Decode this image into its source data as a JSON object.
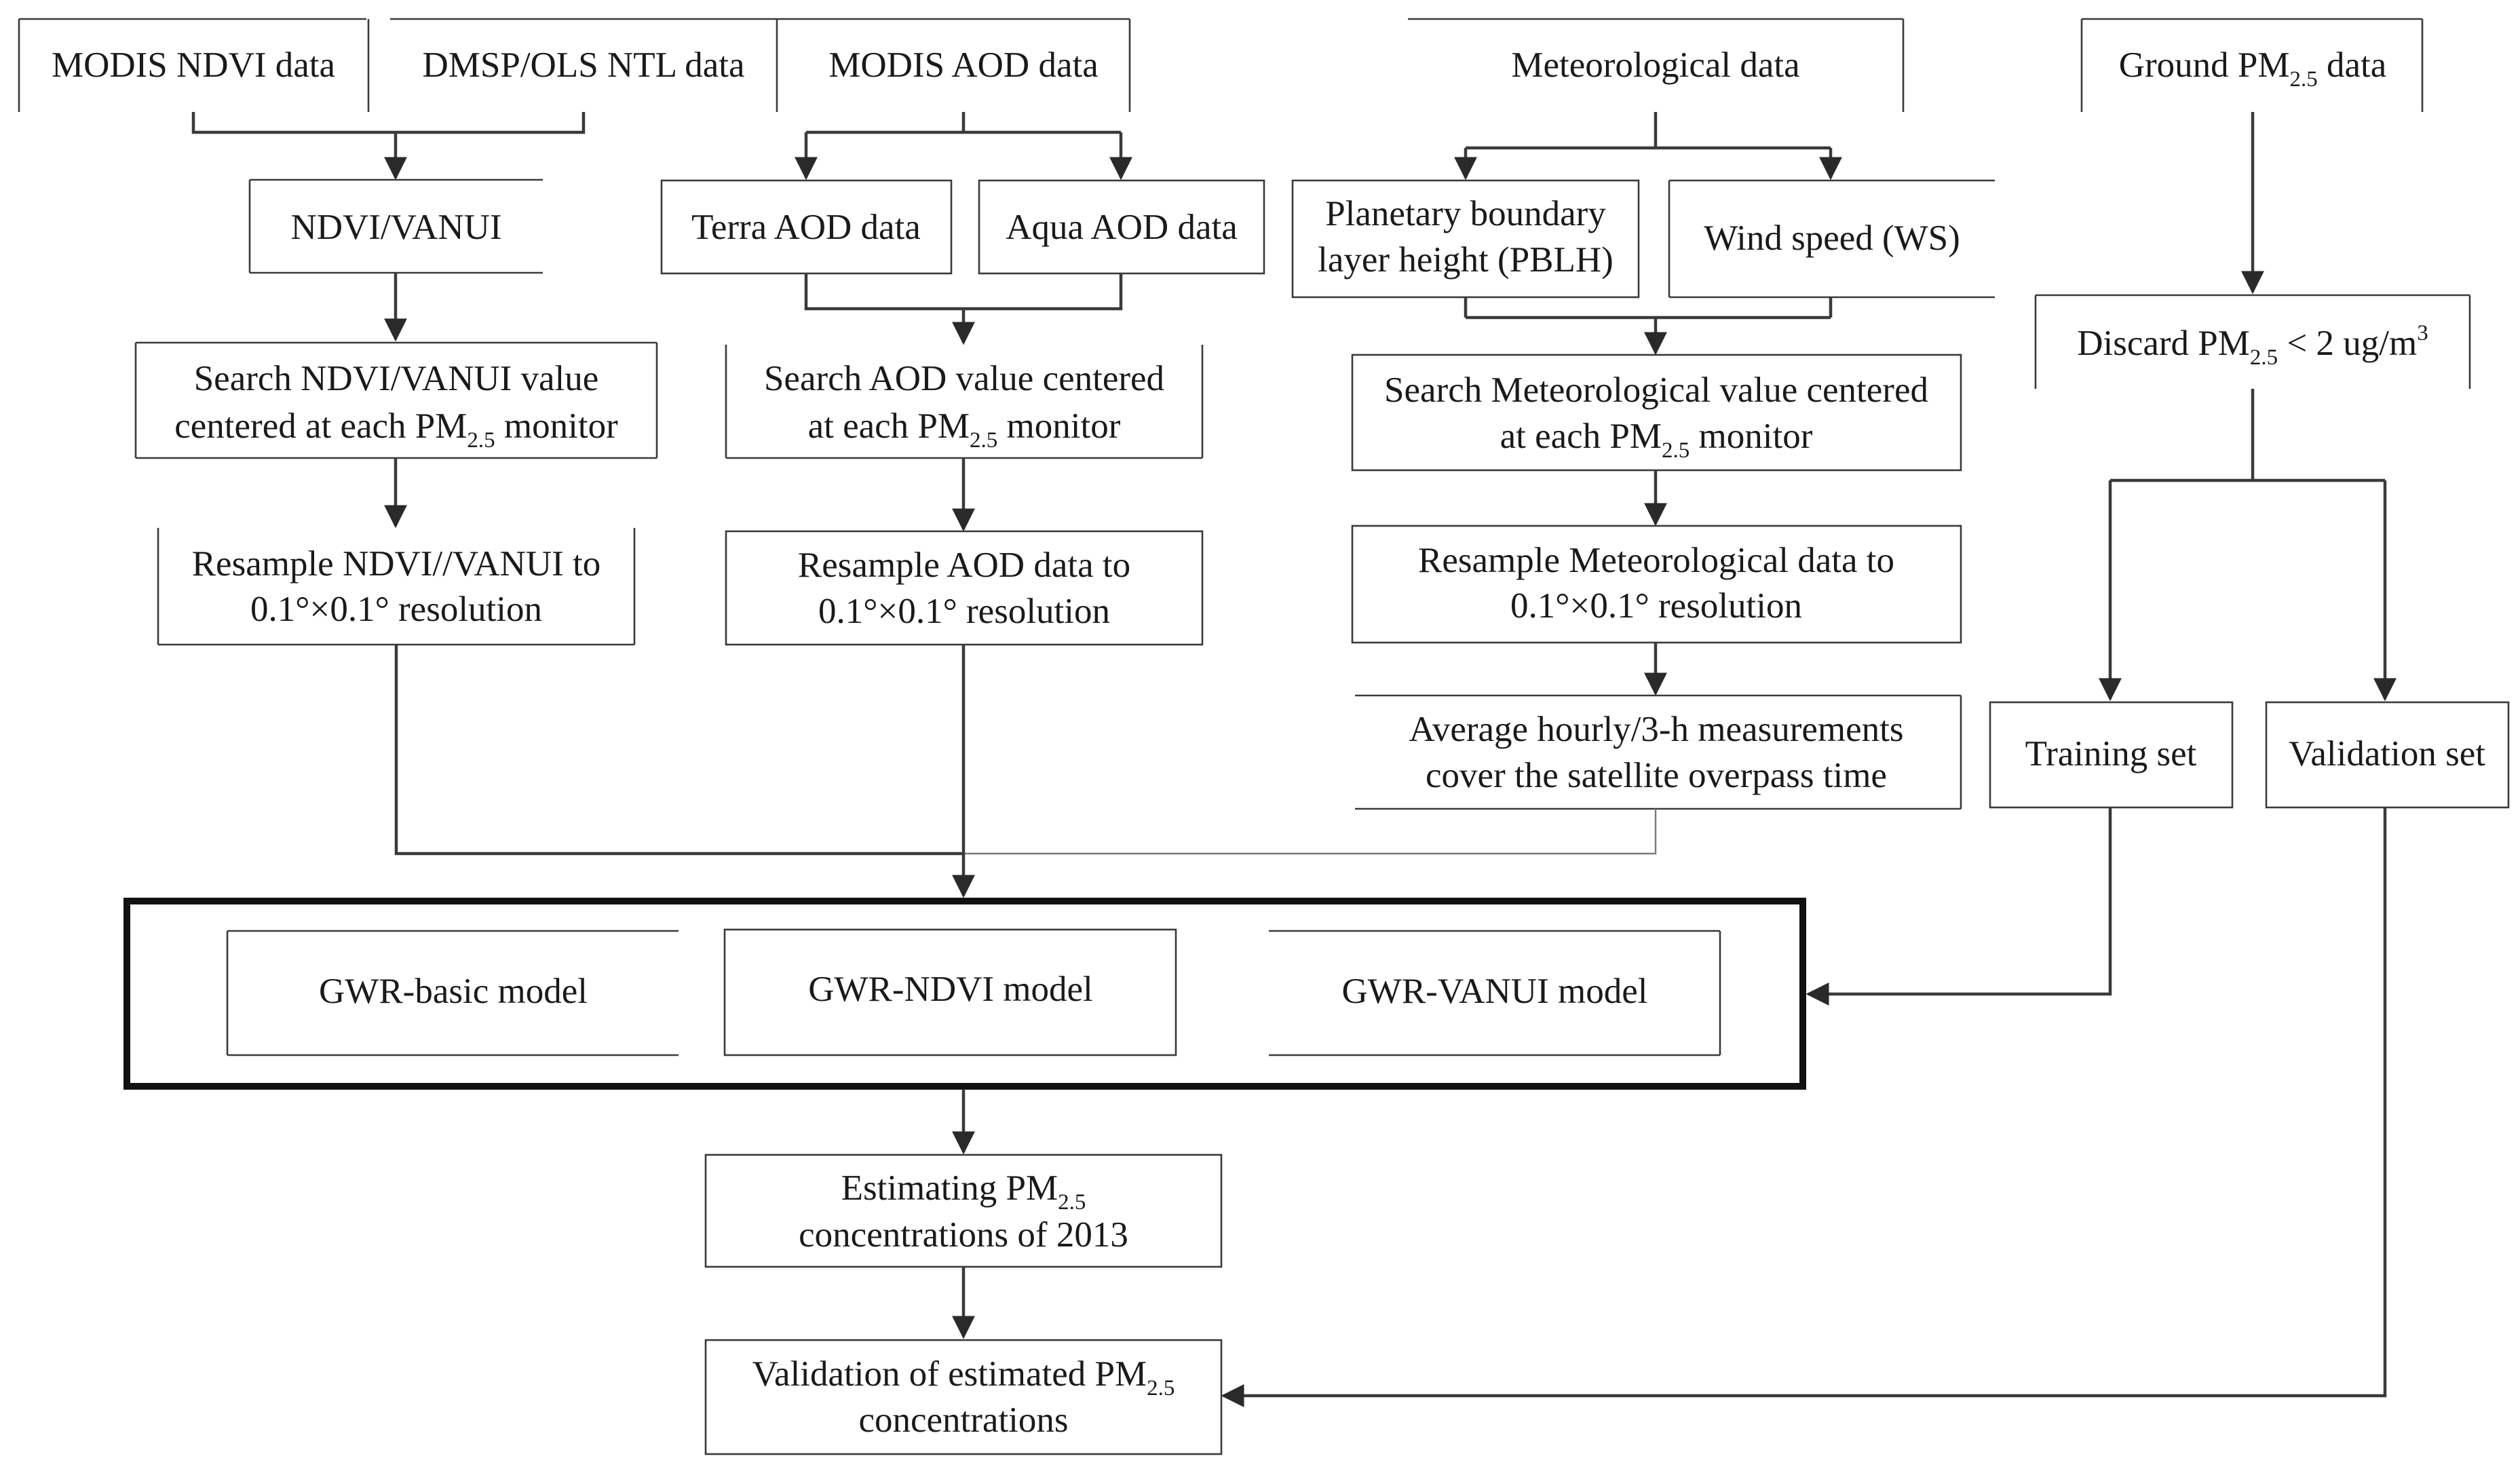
{
  "sources": {
    "ndvi": "MODIS NDVI data",
    "ntl": "DMSP/OLS NTL data",
    "aod": "MODIS AOD data",
    "met": "Meteorological data",
    "ground_pre": "Ground PM",
    "ground_sub": "2.5",
    "ground_post": " data"
  },
  "ndvi_branch": {
    "index": "NDVI/VANUI",
    "search_l1": "Search NDVI/VANUI value",
    "search_l2_pre": "centered at each PM",
    "search_l2_sub": "2.5",
    "search_l2_post": " monitor",
    "resample_l1": "Resample NDVI//VANUI to",
    "resample_l2": "0.1°×0.1° resolution"
  },
  "aod_branch": {
    "terra": "Terra AOD data",
    "aqua": "Aqua AOD data",
    "search_l1": "Search AOD value centered",
    "search_l2_pre": "at each PM",
    "search_l2_sub": "2.5",
    "search_l2_post": " monitor",
    "resample_l1": "Resample AOD data to",
    "resample_l2": "0.1°×0.1° resolution"
  },
  "met_branch": {
    "pblh_l1": "Planetary boundary",
    "pblh_l2": "layer height (PBLH)",
    "ws": "Wind speed (WS)",
    "search_l1": "Search Meteorological value centered",
    "search_l2_pre": "at each PM",
    "search_l2_sub": "2.5",
    "search_l2_post": " monitor",
    "resample_l1": "Resample Meteorological data to",
    "resample_l2": "0.1°×0.1° resolution",
    "average_l1": "Average hourly/3-h measurements",
    "average_l2": "cover the satellite overpass time"
  },
  "ground_branch": {
    "discard_pre": "Discard PM",
    "discard_sub": "2.5",
    "discard_post": " < 2 ug/m",
    "discard_sup": "3",
    "training": "Training set",
    "validation": "Validation set"
  },
  "models": {
    "basic": "GWR-basic model",
    "ndvi": "GWR-NDVI model",
    "vanui": "GWR-VANUI model"
  },
  "outputs": {
    "estimate_l1_pre": "Estimating PM",
    "estimate_l1_sub": "2.5",
    "estimate_l2": "concentrations of 2013",
    "validate_l1_pre": "Validation of estimated PM",
    "validate_l1_sub": "2.5",
    "validate_l2": "concentrations"
  },
  "colors": {
    "stroke": "#3a3a3a",
    "model_frame": "#111111",
    "text": "#1a1a1a"
  }
}
